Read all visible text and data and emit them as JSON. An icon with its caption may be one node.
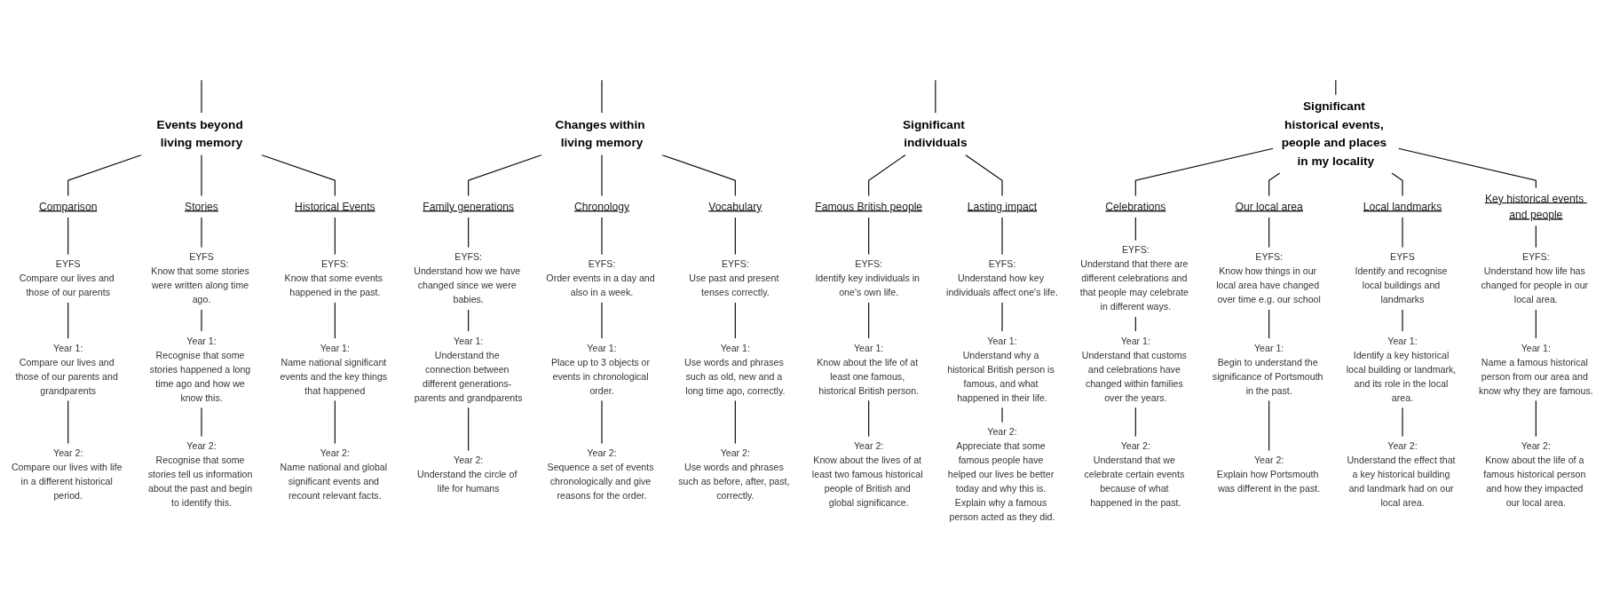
{
  "diagram": {
    "nodes": [
      {
        "text": [
          "Events beyond living memory"
        ]
      },
      {
        "text": [
          "Changes within living memory"
        ]
      },
      {
        "text": [
          "Significant individuals"
        ]
      },
      {
        "text": [
          "Significant historical events, people and places in my locality"
        ]
      },
      {
        "text": [
          "Comparison"
        ]
      },
      {
        "text": [
          "Stories"
        ]
      },
      {
        "text": [
          "Historical Events"
        ]
      },
      {
        "text": [
          "Family generations"
        ]
      },
      {
        "text": [
          "Chronology"
        ]
      },
      {
        "text": [
          "Vocabulary"
        ]
      },
      {
        "text": [
          "Famous British people"
        ]
      },
      {
        "text": [
          "Lasting impact"
        ]
      },
      {
        "text": [
          "Celebrations"
        ]
      },
      {
        "text": [
          "Our local area"
        ]
      },
      {
        "text": [
          "Local landmarks"
        ]
      },
      {
        "text": [
          "Key historical events and people"
        ]
      },
      {
        "text": [
          "EYFS",
          "Compare our lives and those of our parents"
        ]
      },
      {
        "text": [
          "Year 1:",
          "Compare our lives and those of our parents and grandparents"
        ]
      },
      {
        "text": [
          "Year 2:",
          "Compare our lives with life in a different historical period."
        ]
      },
      {
        "text": [
          "EYFS",
          "Know that some stories were written along time ago."
        ]
      },
      {
        "text": [
          "Year 1:",
          "Recognise that some stories happened a long time ago and how we know this."
        ]
      },
      {
        "text": [
          "Year 2:",
          "Recognise that some stories tell us information about the past and begin to identify this."
        ]
      },
      {
        "text": [
          "EYFS:",
          "Know that some events happened in the past."
        ]
      },
      {
        "text": [
          "Year 1:",
          "Name national significant events and the key things that happened"
        ]
      },
      {
        "text": [
          "Year 2:",
          "Name national and global significant events and recount relevant facts."
        ]
      },
      {
        "text": [
          "EYFS:",
          "Understand how we have changed since we were babies."
        ]
      },
      {
        "text": [
          "Year 1:",
          "Understand the connection between different generations- parents and grandparents"
        ]
      },
      {
        "text": [
          "Year 2:",
          "Understand the circle of life for humans"
        ]
      },
      {
        "text": [
          "EYFS:",
          "Order events in a day and also in a week."
        ]
      },
      {
        "text": [
          "Year 1:",
          "Place up to 3 objects or events in chronological order."
        ]
      },
      {
        "text": [
          "Year 2:",
          "Sequence a set of events chronologically and give reasons for the order."
        ]
      },
      {
        "text": [
          "EYFS:",
          "Use past and present tenses correctly."
        ]
      },
      {
        "text": [
          "Year 1:",
          "Use words and phrases such as old, new and a long time ago, correctly."
        ]
      },
      {
        "text": [
          "Year 2:",
          "Use words and phrases such as before, after, past, correctly."
        ]
      },
      {
        "text": [
          "EYFS:",
          "Identify key individuals in one's own life."
        ]
      },
      {
        "text": [
          "Year 1:",
          "Know about the life of at least one famous, historical British person."
        ]
      },
      {
        "text": [
          "Year 2:",
          "Know about the lives of at least two famous historical people of British and global significance."
        ]
      },
      {
        "text": [
          "EYFS:",
          "Understand how key individuals affect one's life."
        ]
      },
      {
        "text": [
          "Year 1:",
          "Understand why a historical British person is famous, and what happened in their life."
        ]
      },
      {
        "text": [
          "Year 2:",
          "Appreciate that some famous people have helped our lives be better today and why this is. Explain why a famous person acted as they did."
        ]
      },
      {
        "text": [
          "EYFS:",
          "Understand that there are different celebrations and that people may celebrate in different ways."
        ]
      },
      {
        "text": [
          "Year 1:",
          "Understand that customs and celebrations have changed within families over the years."
        ]
      },
      {
        "text": [
          "Year 2:",
          "Understand that we celebrate certain events because of what happened in the past."
        ]
      },
      {
        "text": [
          "EYFS:",
          "Know how things in our local area have changed over time e.g. our school"
        ]
      },
      {
        "text": [
          "Year 1:",
          "Begin to understand the significance of Portsmouth in the past."
        ]
      },
      {
        "text": [
          "Year 2:",
          "Explain how Portsmouth was different in the past."
        ]
      },
      {
        "text": [
          "EYFS",
          "Identify and recognise local buildings and landmarks"
        ]
      },
      {
        "text": [
          "Year 1:",
          "Identify a key historical local building or landmark, and its role in the local area."
        ]
      },
      {
        "text": [
          "Year 2:",
          "Understand the effect that a key historical building and landmark had on our local area."
        ]
      },
      {
        "text": [
          "EYFS:",
          "Understand how life has changed for people in our local area."
        ]
      },
      {
        "text": [
          "Year 1:",
          "Name a famous historical person from our area and know why they are famous."
        ]
      },
      {
        "text": [
          "Year 2:",
          "Know about the life of a famous historical person and how they impacted our local area."
        ]
      }
    ],
    "edges": [
      {
        "from": null,
        "to": 0,
        "arrow": "none"
      },
      {
        "from": null,
        "to": 1,
        "arrow": "none"
      },
      {
        "from": null,
        "to": 2,
        "arrow": "none"
      },
      {
        "from": null,
        "to": 3,
        "arrow": "none"
      },
      {
        "from": 0,
        "to": 4,
        "arrow": "none"
      },
      {
        "from": 0,
        "to": 5,
        "arrow": "none"
      },
      {
        "from": 0,
        "to": 6,
        "arrow": "none"
      },
      {
        "from": 1,
        "to": 7,
        "arrow": "none"
      },
      {
        "from": 1,
        "to": 8,
        "arrow": "none"
      },
      {
        "from": 1,
        "to": 9,
        "arrow": "none"
      },
      {
        "from": 2,
        "to": 10,
        "arrow": "none"
      },
      {
        "from": 2,
        "to": 11,
        "arrow": "none"
      },
      {
        "from": 3,
        "to": 12,
        "arrow": "none"
      },
      {
        "from": 3,
        "to": 13,
        "arrow": "none"
      },
      {
        "from": 3,
        "to": 14,
        "arrow": "none"
      },
      {
        "from": 3,
        "to": 15,
        "arrow": "none"
      },
      {
        "from": 4,
        "to": 16,
        "arrow": "none"
      },
      {
        "from": 16,
        "to": 17,
        "arrow": "none"
      },
      {
        "from": 17,
        "to": 18,
        "arrow": "none"
      },
      {
        "from": 5,
        "to": 19,
        "arrow": "none"
      },
      {
        "from": 19,
        "to": 20,
        "arrow": "none"
      },
      {
        "from": 20,
        "to": 21,
        "arrow": "none"
      },
      {
        "from": 6,
        "to": 22,
        "arrow": "none"
      },
      {
        "from": 22,
        "to": 23,
        "arrow": "none"
      },
      {
        "from": 23,
        "to": 24,
        "arrow": "none"
      },
      {
        "from": 7,
        "to": 25,
        "arrow": "none"
      },
      {
        "from": 25,
        "to": 26,
        "arrow": "none"
      },
      {
        "from": 26,
        "to": 27,
        "arrow": "none"
      },
      {
        "from": 8,
        "to": 28,
        "arrow": "none"
      },
      {
        "from": 28,
        "to": 29,
        "arrow": "none"
      },
      {
        "from": 29,
        "to": 30,
        "arrow": "none"
      },
      {
        "from": 9,
        "to": 31,
        "arrow": "none"
      },
      {
        "from": 31,
        "to": 32,
        "arrow": "none"
      },
      {
        "from": 32,
        "to": 33,
        "arrow": "none"
      },
      {
        "from": 10,
        "to": 34,
        "arrow": "none"
      },
      {
        "from": 34,
        "to": 35,
        "arrow": "none"
      },
      {
        "from": 35,
        "to": 36,
        "arrow": "none"
      },
      {
        "from": 11,
        "to": 37,
        "arrow": "none"
      },
      {
        "from": 37,
        "to": 38,
        "arrow": "none"
      },
      {
        "from": 38,
        "to": 39,
        "arrow": "none"
      },
      {
        "from": 12,
        "to": 40,
        "arrow": "none"
      },
      {
        "from": 40,
        "to": 41,
        "arrow": "none"
      },
      {
        "from": 41,
        "to": 42,
        "arrow": "none"
      },
      {
        "from": 13,
        "to": 43,
        "arrow": "none"
      },
      {
        "from": 43,
        "to": 44,
        "arrow": "none"
      },
      {
        "from": 44,
        "to": 45,
        "arrow": "none"
      },
      {
        "from": 14,
        "to": 46,
        "arrow": "none"
      },
      {
        "from": 46,
        "to": 47,
        "arrow": "none"
      },
      {
        "from": 47,
        "to": 48,
        "arrow": "none"
      },
      {
        "from": 15,
        "to": 49,
        "arrow": "none"
      },
      {
        "from": 49,
        "to": 50,
        "arrow": "none"
      },
      {
        "from": 50,
        "to": 51,
        "arrow": "none"
      }
    ]
  }
}
